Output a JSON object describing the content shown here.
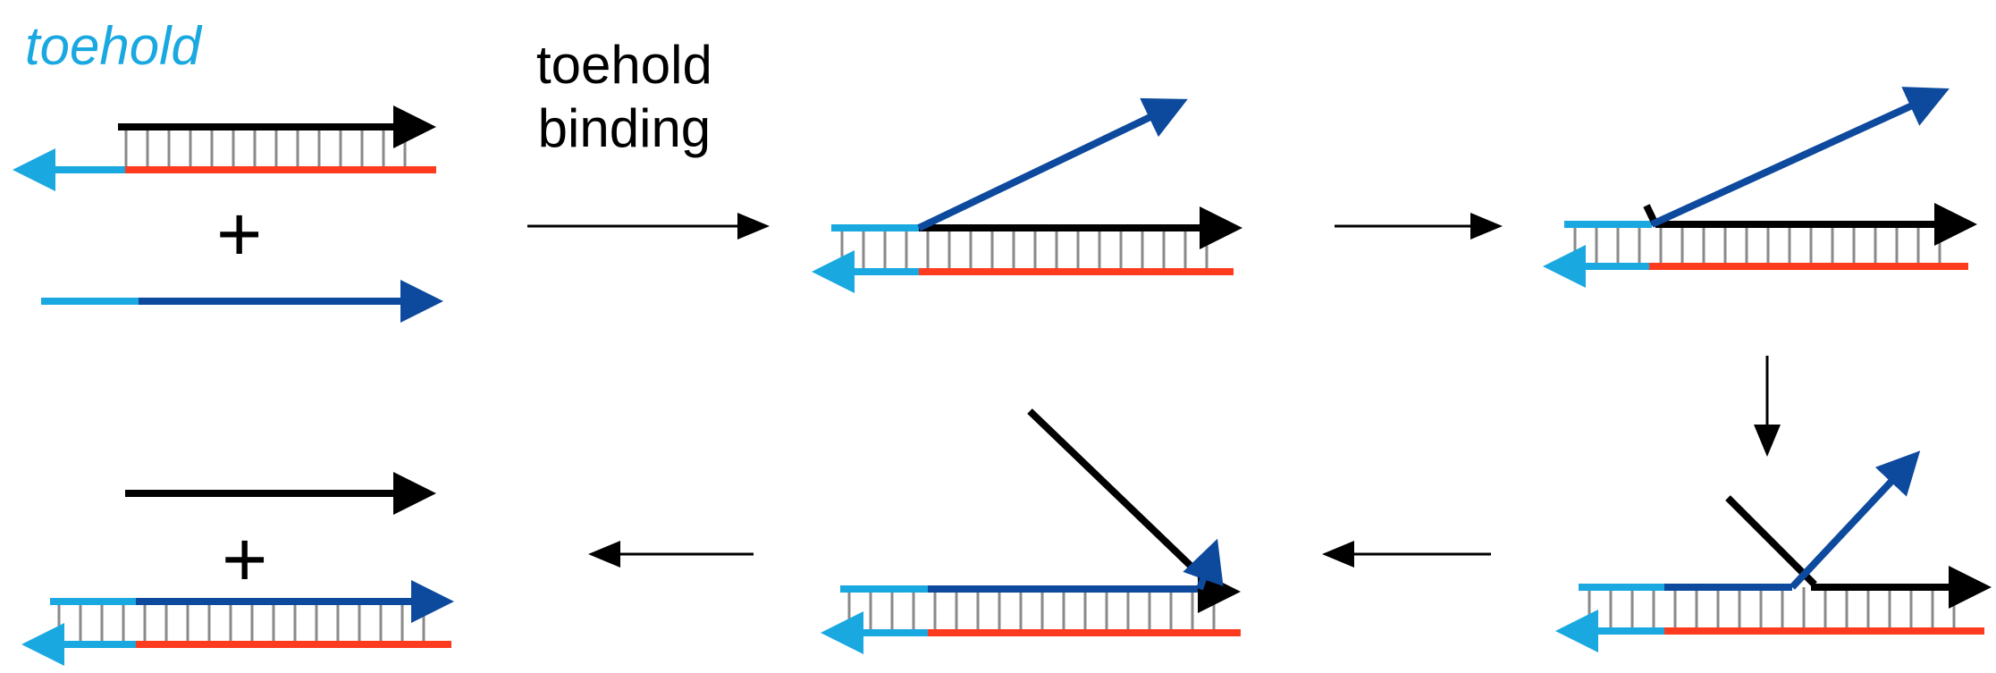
{
  "labels": {
    "toehold": "toehold",
    "step_line1": "toehold",
    "step_line2": "binding",
    "plus": "+"
  },
  "colors": {
    "toehold": "#1aa8e0",
    "invader": "#0d4a9e",
    "incumbent": "#000000",
    "substrate": "#ff3b1f",
    "basepair": "#8a8a8a",
    "arrow": "#000000"
  }
}
